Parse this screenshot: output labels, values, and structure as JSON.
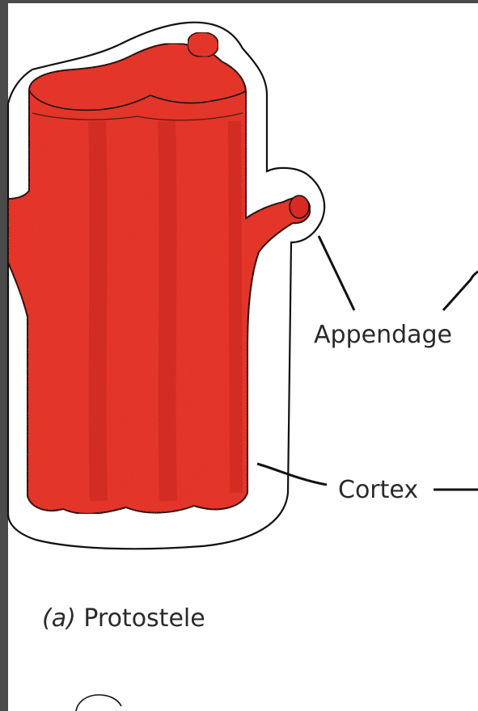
{
  "labels": {
    "appendage": "Appendage",
    "cortex": "Cortex"
  },
  "caption": {
    "letter": "(a)",
    "title": "Protostele"
  },
  "colors": {
    "stele": "#e8342a",
    "stele_dark": "#b51c16",
    "outline": "#111111",
    "frame": "#4a4a4a"
  }
}
